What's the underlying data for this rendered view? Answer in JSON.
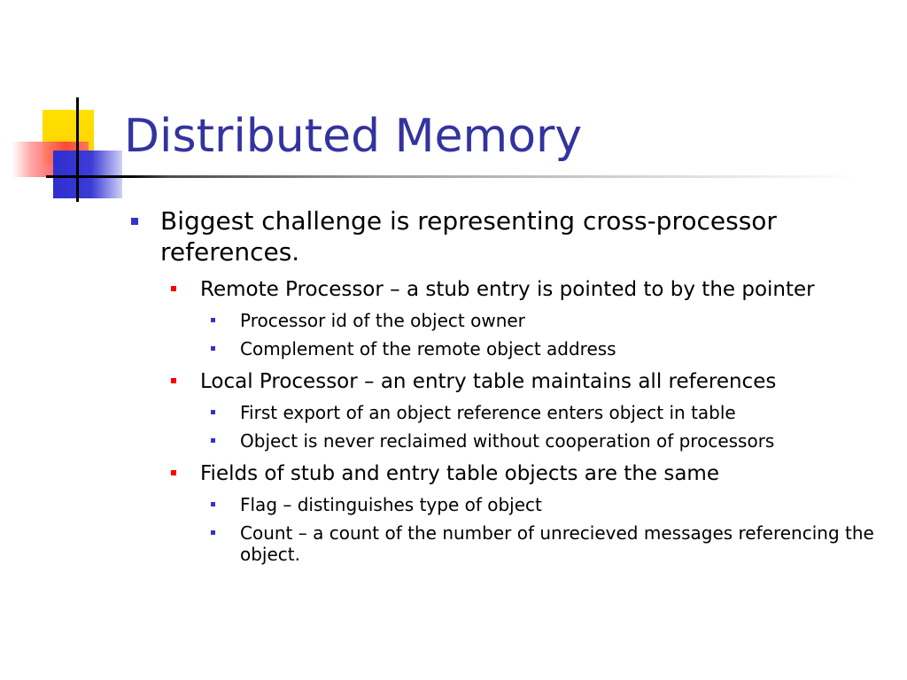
{
  "slide": {
    "title": "Distributed Memory",
    "colors": {
      "title": "#3333a0",
      "bullet_level1": "#3333cc",
      "bullet_level2": "#ff0000",
      "bullet_level3": "#3333cc",
      "deco_yellow": "#ffd800",
      "deco_red": "#ff3a3a",
      "deco_blue": "#3333cc"
    },
    "bullets": {
      "b1": "Biggest challenge is representing cross-processor references.",
      "b1_1": "Remote Processor – a stub entry is pointed to by the pointer",
      "b1_1_1": "Processor id of the object owner",
      "b1_1_2": "Complement of the remote object address",
      "b1_2": "Local Processor – an entry table maintains all references",
      "b1_2_1": "First export of an object reference enters object in table",
      "b1_2_2": "Object is never reclaimed without cooperation of processors",
      "b1_3": "Fields of stub and entry table objects are the same",
      "b1_3_1": "Flag – distinguishes type of object",
      "b1_3_2": "Count – a count of the number of unrecieved messages referencing the object."
    }
  }
}
